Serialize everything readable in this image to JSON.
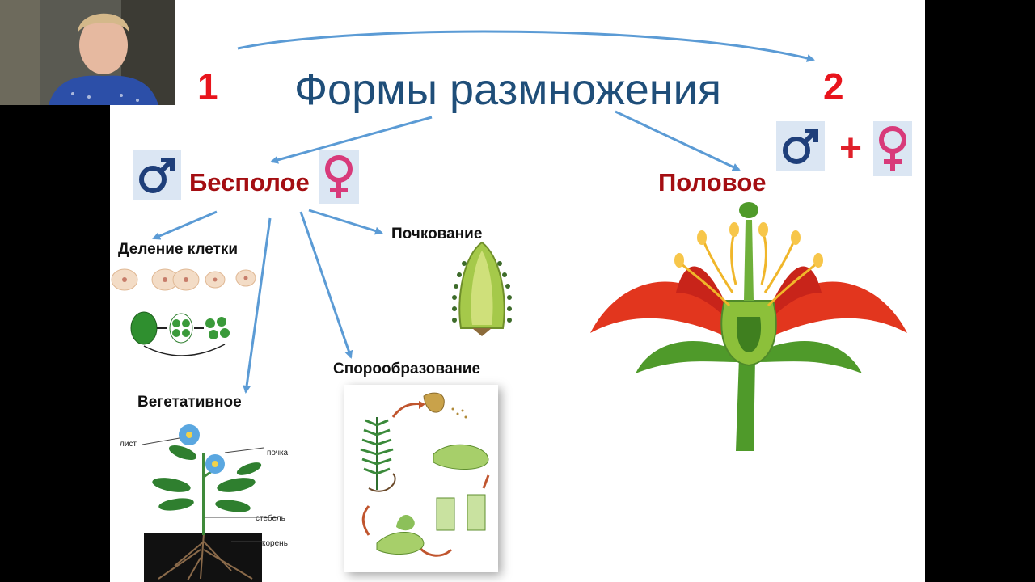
{
  "slide": {
    "title": "Формы размножения",
    "number_left": "1",
    "number_right": "2",
    "asexual": "Бесполое",
    "sexual": "Половое",
    "plus": "+",
    "cell_division": "Деление клетки",
    "budding": "Почкование",
    "spore_formation": "Спорообразование",
    "vegetative": "Вегетативное",
    "plant_labels": {
      "leaf": "лист",
      "bud": "почка",
      "stem": "стебель",
      "root": "корень"
    }
  },
  "icons": {
    "male": "male-symbol-icon",
    "female": "female-symbol-icon"
  },
  "colors": {
    "title": "#1f4e79",
    "number": "#e8141c",
    "branch": "#a40e12",
    "arrow": "#5b9bd5",
    "male": "#1f3f7a",
    "female": "#d83a7a"
  }
}
